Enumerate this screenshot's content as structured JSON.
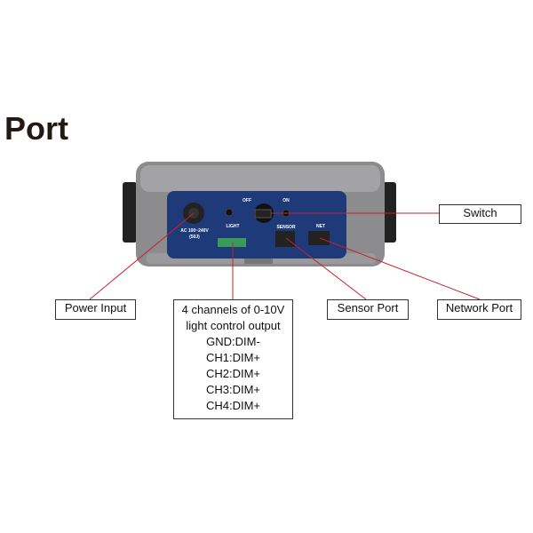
{
  "title": "Port",
  "device_markings": {
    "power": "AC 100~240V",
    "power_sub": "(50J)",
    "light": "LIGHT",
    "off": "OFF",
    "on": "ON",
    "sensor": "SENSOR",
    "net": "NET"
  },
  "callouts": {
    "switch": "Switch",
    "power_input": "Power Input",
    "channels": {
      "heading1": "4 channels of 0-10V",
      "heading2": "light control output",
      "lines": [
        "GND:DIM-",
        "CH1:DIM+",
        "CH2:DIM+",
        "CH3:DIM+",
        "CH4:DIM+"
      ]
    },
    "sensor_port": "Sensor Port",
    "network_port": "Network Port"
  },
  "colors": {
    "panel": "#1e3a78",
    "leader": "#c8202f",
    "body": "#8a8a8c"
  }
}
